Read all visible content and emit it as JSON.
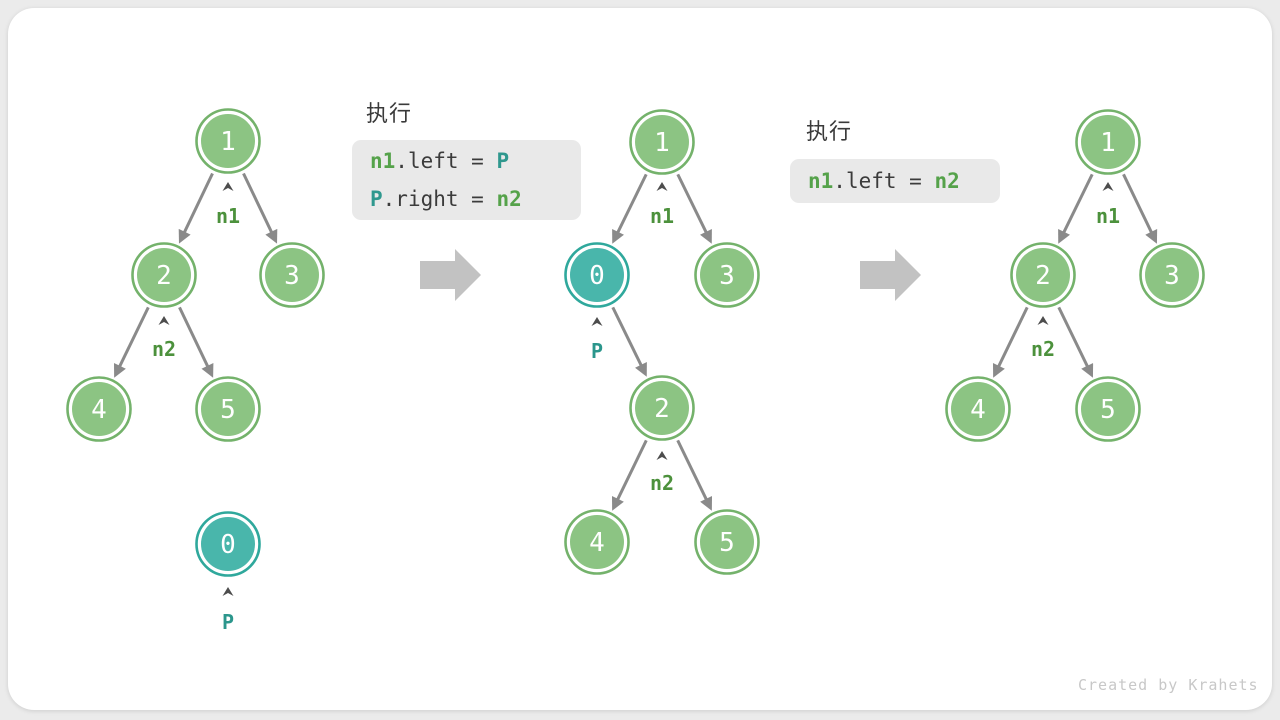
{
  "page": {
    "watermark": "Created by Krahets"
  },
  "colors": {
    "background": "#ebebeb",
    "card": "#ffffff",
    "node_green_fill": "#8cc483",
    "node_green_ring": "#74b26b",
    "node_teal_fill": "#49b6ab",
    "node_teal_ring": "#2fa89c",
    "node_text": "#ffffff",
    "edge": "#8a8a8a",
    "caret": "#4d4d4d",
    "pointer_green": "#4c913c",
    "pointer_teal": "#2b968c",
    "code_box_bg": "#e9e9e9",
    "code_plain": "#3b3b3b",
    "code_green": "#55a24a",
    "code_teal": "#2f988e",
    "big_arrow": "#c2c2c2",
    "title_text": "#3a3a3a",
    "watermark_text": "#c8c8c8"
  },
  "icons": {
    "step_transition": "right-block-arrow",
    "pointer_marker": "up-caret-arrow"
  },
  "steps": [
    {
      "title": "执行",
      "code_lines": [
        {
          "tokens": [
            {
              "text": "n1",
              "color": "green"
            },
            {
              "text": ".left = ",
              "color": "plain"
            },
            {
              "text": "P",
              "color": "teal"
            }
          ]
        },
        {
          "tokens": [
            {
              "text": "P",
              "color": "teal"
            },
            {
              "text": ".right = ",
              "color": "plain"
            },
            {
              "text": "n2",
              "color": "green"
            }
          ]
        }
      ]
    },
    {
      "title": "执行",
      "code_lines": [
        {
          "tokens": [
            {
              "text": "n1",
              "color": "green"
            },
            {
              "text": ".left = ",
              "color": "plain"
            },
            {
              "text": "n2",
              "color": "green"
            }
          ]
        }
      ]
    }
  ],
  "trees": [
    {
      "name": "before-insertion",
      "nodes": [
        "1",
        "2",
        "3",
        "4",
        "5",
        "0"
      ],
      "pointers": [
        "n1",
        "n2",
        "P"
      ],
      "edges": [
        "1→2",
        "1→3",
        "2→4",
        "2→5"
      ],
      "note": "node 0 (P) is detached"
    },
    {
      "name": "after-inserting-P",
      "nodes": [
        "1",
        "0",
        "3",
        "2",
        "4",
        "5"
      ],
      "pointers": [
        "n1",
        "P",
        "n2"
      ],
      "edges": [
        "1→0",
        "1→3",
        "0→2",
        "2→4",
        "2→5"
      ]
    },
    {
      "name": "after-removing-P",
      "nodes": [
        "1",
        "2",
        "3",
        "4",
        "5"
      ],
      "pointers": [
        "n1",
        "n2"
      ],
      "edges": [
        "1→2",
        "1→3",
        "2→4",
        "2→5"
      ]
    }
  ]
}
